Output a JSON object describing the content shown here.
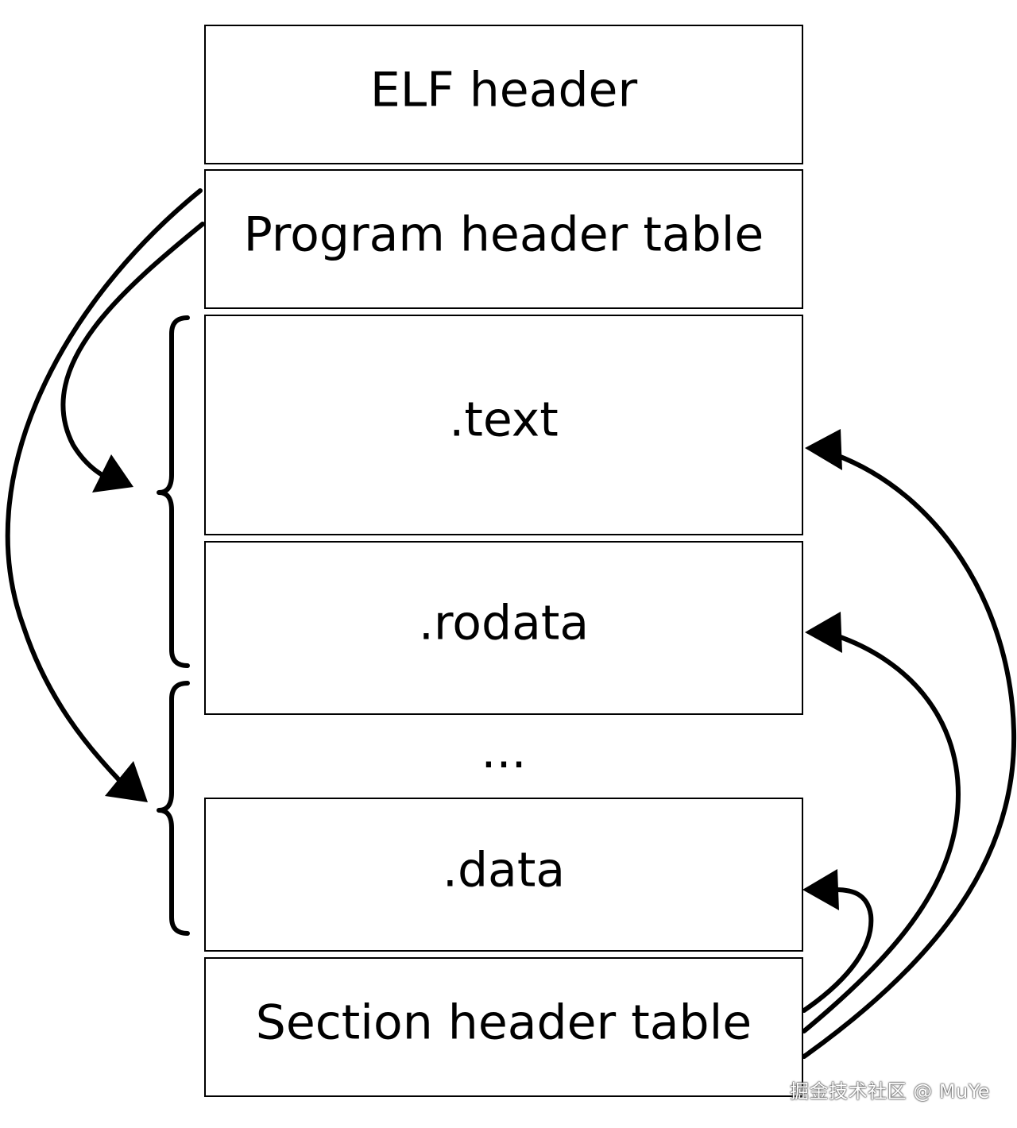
{
  "blocks": [
    {
      "id": "elf-header",
      "label": "ELF header"
    },
    {
      "id": "program-header-table",
      "label": "Program header table"
    },
    {
      "id": "text",
      "label": ".text"
    },
    {
      "id": "rodata",
      "label": ".rodata"
    },
    {
      "id": "data",
      "label": ".data"
    },
    {
      "id": "section-header-table",
      "label": "Section header table"
    }
  ],
  "ellipsis": "...",
  "watermark": "掘金技术社区 @ MuYe",
  "colors": {
    "stroke": "#000000",
    "background": "#ffffff"
  }
}
